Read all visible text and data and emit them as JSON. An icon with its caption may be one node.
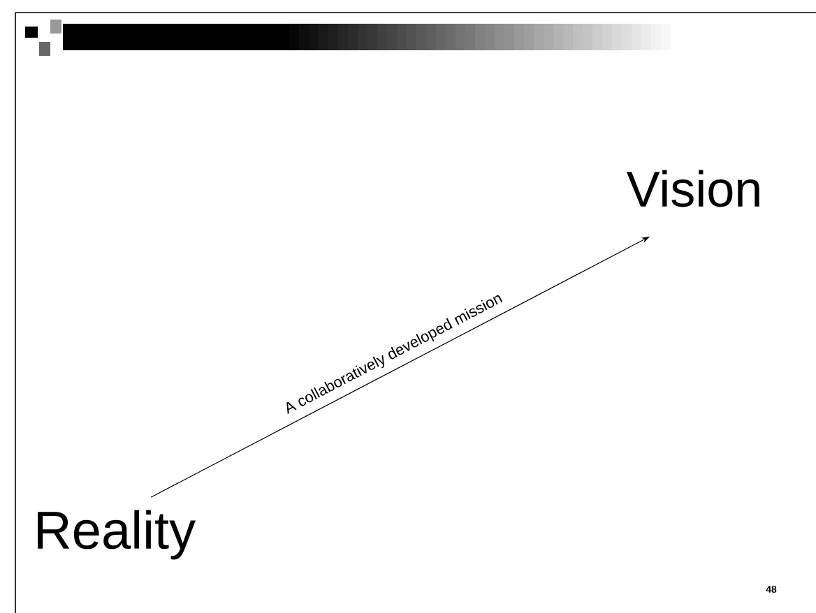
{
  "diagram": {
    "nodes": [
      {
        "text": [
          "Reality"
        ]
      },
      {
        "text": [
          "Vision"
        ]
      }
    ],
    "edges": [
      {
        "from": 0,
        "to": 1,
        "arrow": "to",
        "label": "A collaboratively developed mission"
      }
    ],
    "labels": [
      "48"
    ]
  }
}
